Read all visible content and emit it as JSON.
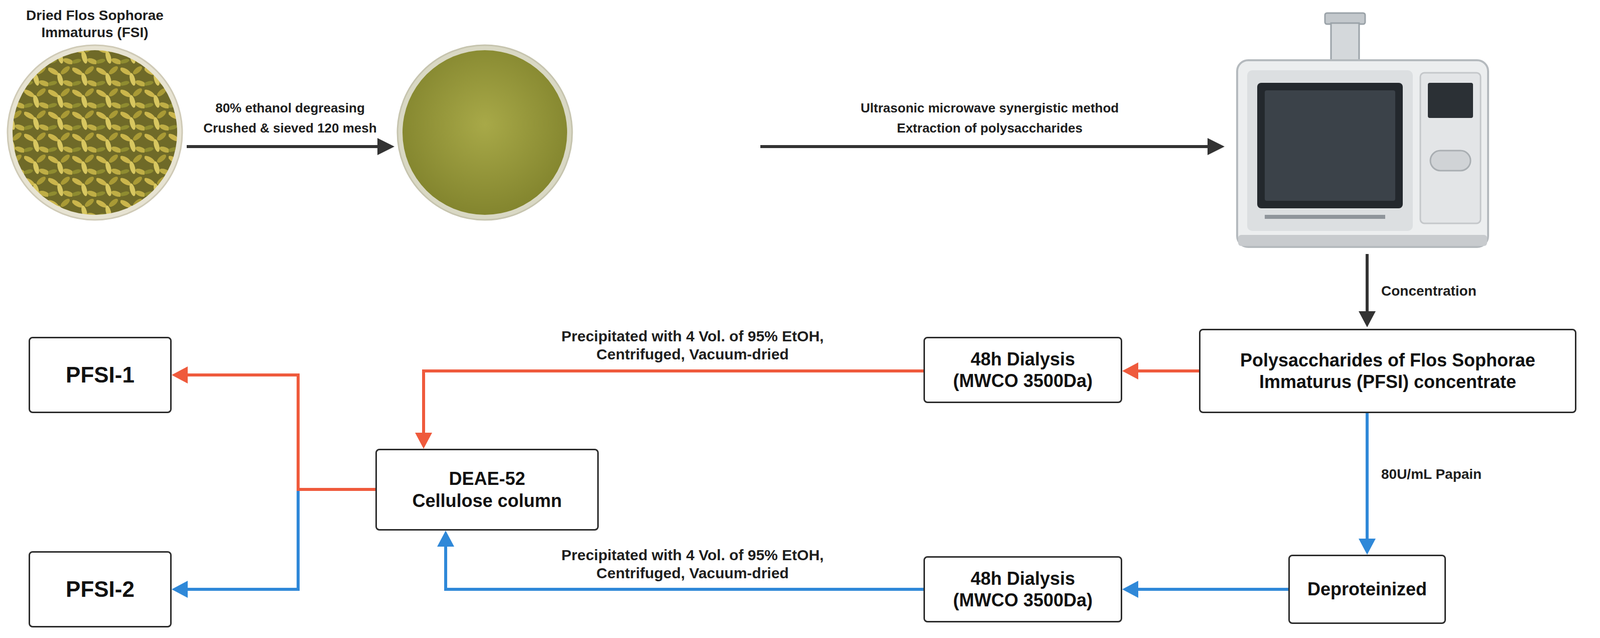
{
  "diagram": {
    "nodes": [
      {
        "text": [
          "PFSI-1"
        ]
      },
      {
        "text": [
          "48h Dialysis (MWCO 3500Da)"
        ]
      },
      {
        "text": [
          "Polysaccharides of Flos Sophorae Immaturus (PFSI) concentrate"
        ]
      },
      {
        "text": [
          "DEAE-52 Cellulose column"
        ]
      },
      {
        "text": [
          "PFSI-2"
        ]
      },
      {
        "text": [
          "48h Dialysis (MWCO 3500Da)"
        ]
      },
      {
        "text": [
          "Deproteinized"
        ]
      }
    ],
    "edges": [
      {
        "from": 2,
        "to": 1,
        "arrow": "to"
      },
      {
        "from": 1,
        "to": 3,
        "label": "Precipitated with 4 Vol. of 95% EtOH, Centrifuged, Vacuum-dried",
        "arrow": "to"
      },
      {
        "from": 3,
        "to": 0,
        "arrow": "to"
      },
      {
        "from": 3,
        "to": 4,
        "arrow": "to"
      },
      {
        "from": 2,
        "to": 6,
        "label": "80U/mL Papain",
        "arrow": "to"
      },
      {
        "from": 6,
        "to": 5,
        "arrow": "to"
      },
      {
        "from": 5,
        "to": 3,
        "label": "Precipitated with 4 Vol. of 95% EtOH, Centrifuged, Vacuum-dried",
        "arrow": "to"
      }
    ],
    "labels": [
      "Dried Flos Sophorae Immaturus (FSI)",
      "80% ethanol degreasing",
      "Crushed & sieved 120 mesh",
      "Ultrasonic microwave synergistic method",
      "Extraction of polysaccharides",
      "Concentration"
    ]
  }
}
